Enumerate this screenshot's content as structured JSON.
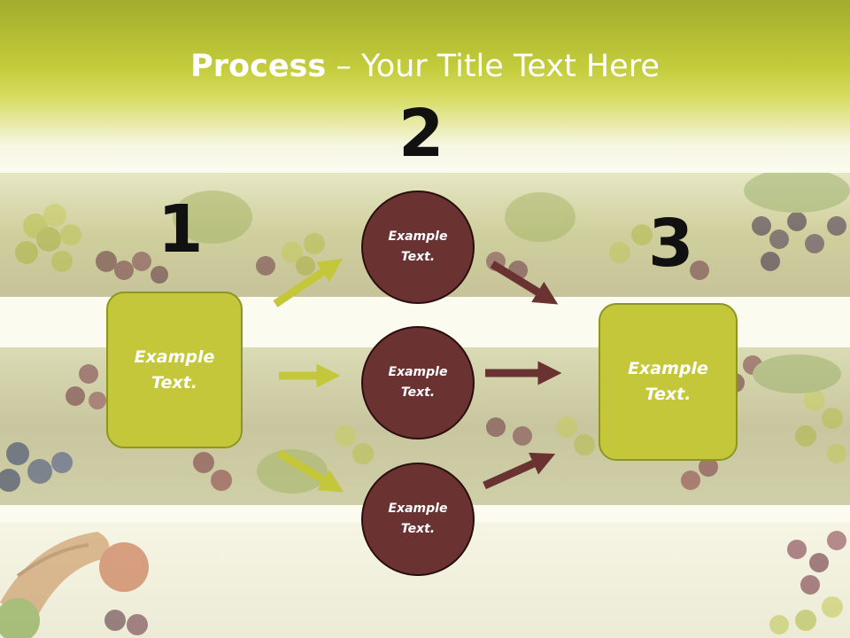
{
  "title": {
    "bold": "Process",
    "rest": " – Your Title Text Here"
  },
  "steps": [
    "1",
    "2",
    "3"
  ],
  "left_box": {
    "line1": "Example",
    "line2": "Text."
  },
  "right_box": {
    "line1": "Example",
    "line2": "Text."
  },
  "circles": [
    {
      "line1": "Example",
      "line2": "Text."
    },
    {
      "line1": "Example",
      "line2": "Text."
    },
    {
      "line1": "Example",
      "line2": "Text."
    }
  ],
  "colors": {
    "accent_green": "#c5c73a",
    "accent_maroon": "#6b3232",
    "title_text": "#ffffff",
    "number_text": "#111111"
  }
}
